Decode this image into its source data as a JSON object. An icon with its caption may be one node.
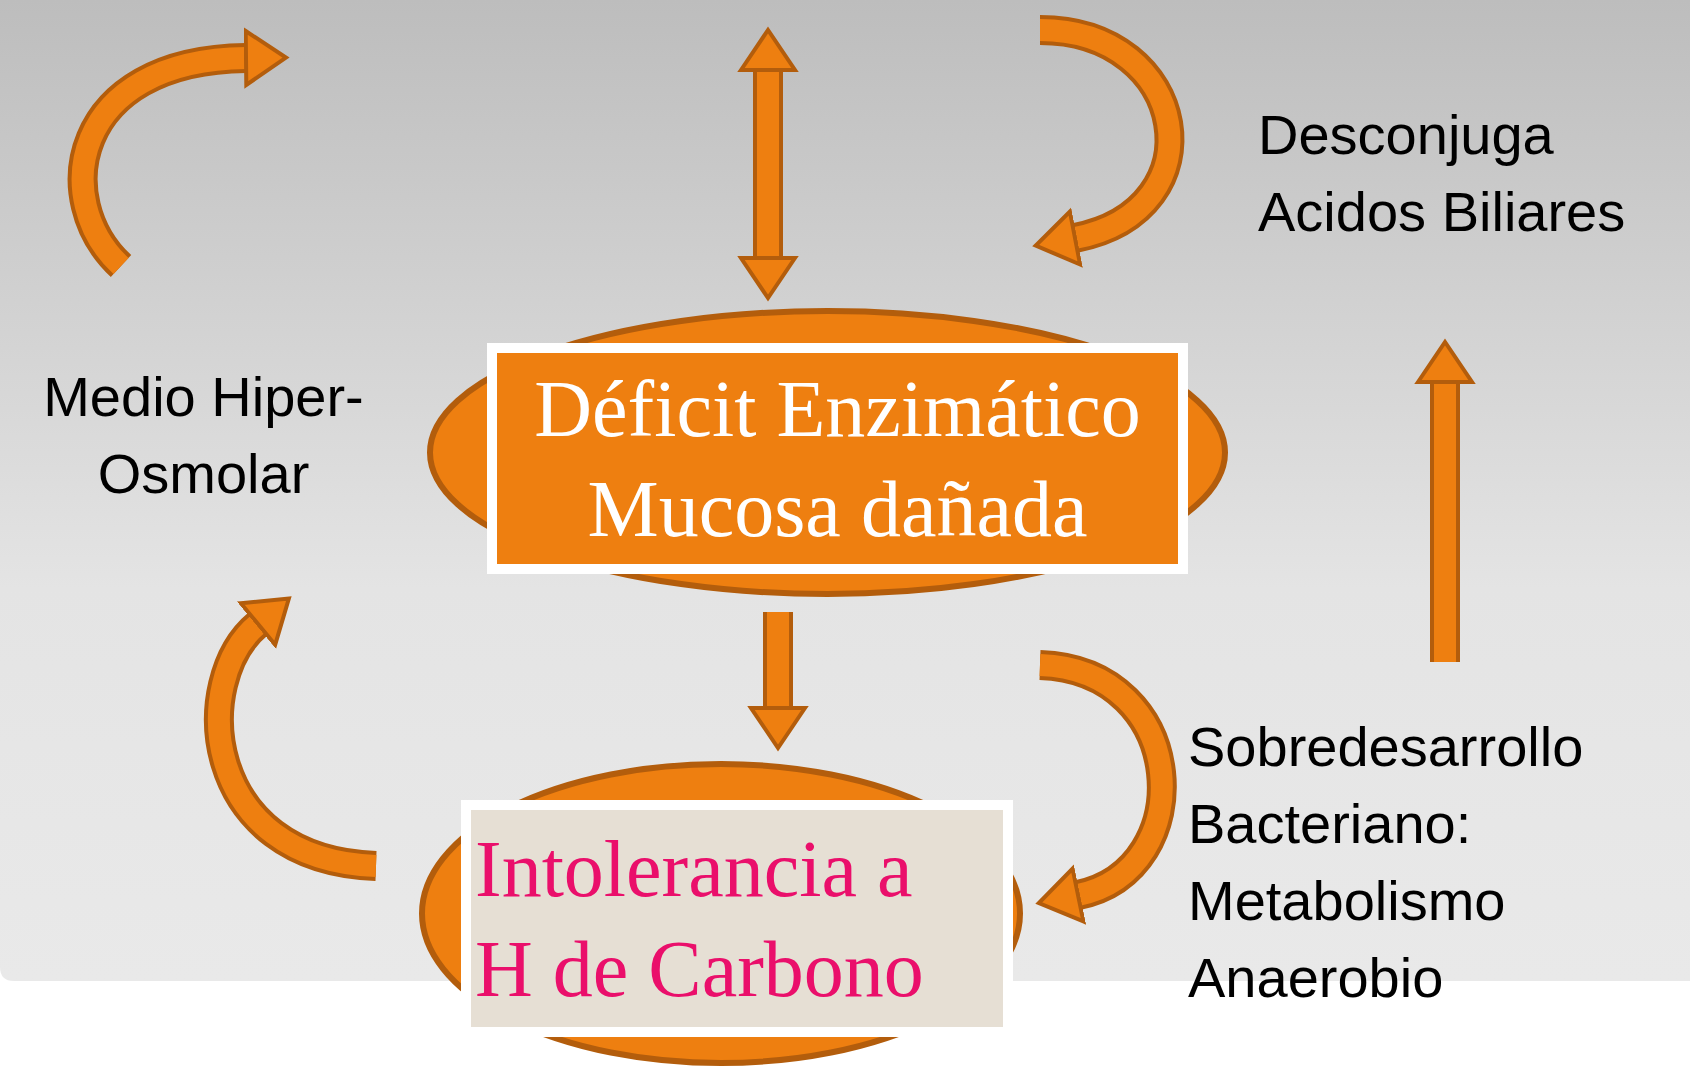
{
  "diagram": {
    "nodes": [
      {
        "text": [
          "Déficit Enzimático Mucosa dañada"
        ]
      },
      {
        "text": [
          "Intolerancia a H de Carbono"
        ]
      },
      {
        "text": [
          "Medio Hiper- Osmolar"
        ]
      },
      {
        "text": [
          "Desconjuga Acidos Biliares"
        ]
      },
      {
        "text": [
          "Sobredesarrollo Bacteriano: Metabolismo Anaerobio"
        ]
      }
    ],
    "edges": [
      {
        "from": null,
        "to": 0,
        "arrow": "both"
      },
      {
        "from": 0,
        "to": 1,
        "arrow": "to"
      },
      {
        "from": 2,
        "to": null,
        "arrow": "to"
      },
      {
        "from": null,
        "to": 0,
        "arrow": "to"
      },
      {
        "from": null,
        "to": 1,
        "arrow": "to"
      },
      {
        "from": 1,
        "to": 2,
        "arrow": "to"
      },
      {
        "from": 4,
        "to": 3,
        "arrow": "to"
      }
    ]
  }
}
